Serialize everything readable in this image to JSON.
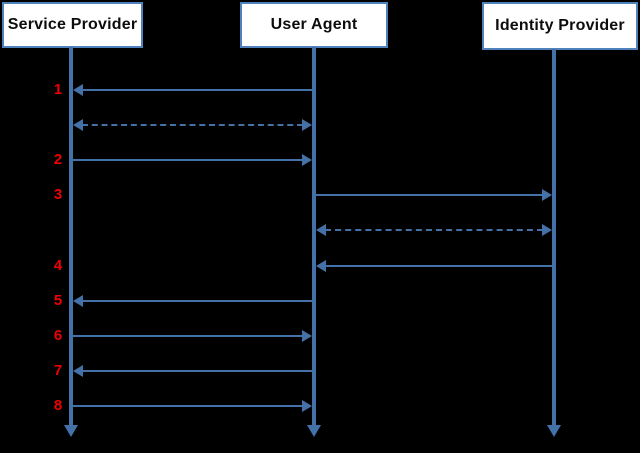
{
  "diagram": {
    "actors": [
      {
        "id": "sp",
        "label": "Service Provider"
      },
      {
        "id": "ua",
        "label": "User Agent"
      },
      {
        "id": "idp",
        "label": "Identity Provider"
      }
    ],
    "messages": [
      {
        "label": "1",
        "from": "ua",
        "to": "sp",
        "style": "solid",
        "bidirectional": false
      },
      {
        "label": "",
        "from": "sp",
        "to": "ua",
        "style": "dashed",
        "bidirectional": true
      },
      {
        "label": "2",
        "from": "sp",
        "to": "ua",
        "style": "solid",
        "bidirectional": false
      },
      {
        "label": "3",
        "from": "ua",
        "to": "idp",
        "style": "solid",
        "bidirectional": false
      },
      {
        "label": "",
        "from": "ua",
        "to": "idp",
        "style": "dashed",
        "bidirectional": true
      },
      {
        "label": "4",
        "from": "idp",
        "to": "ua",
        "style": "solid",
        "bidirectional": false
      },
      {
        "label": "5",
        "from": "ua",
        "to": "sp",
        "style": "solid",
        "bidirectional": false
      },
      {
        "label": "6",
        "from": "sp",
        "to": "ua",
        "style": "solid",
        "bidirectional": false
      },
      {
        "label": "7",
        "from": "ua",
        "to": "sp",
        "style": "solid",
        "bidirectional": false
      },
      {
        "label": "8",
        "from": "sp",
        "to": "ua",
        "style": "solid",
        "bidirectional": false
      }
    ],
    "colors": {
      "background": "#000000",
      "line": "#4472a8",
      "box_border": "#4f81bd",
      "box_fill": "#ffffff",
      "box_text": "#0d0d0d",
      "number_label": "#ee0000"
    }
  }
}
